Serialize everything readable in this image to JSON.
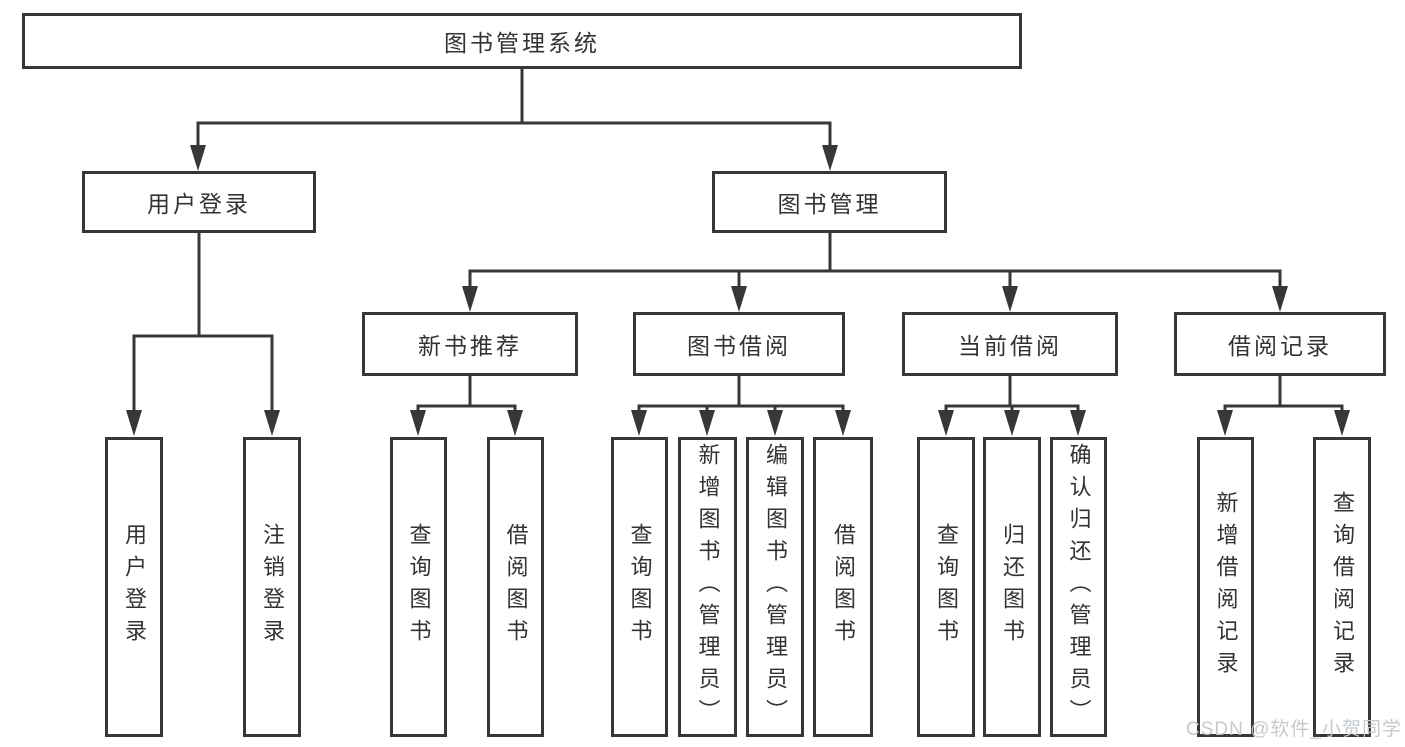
{
  "tree": {
    "label": "图书管理系统",
    "children": [
      {
        "label": "用户登录",
        "children": [
          {
            "label": "用户登录"
          },
          {
            "label": "注销登录"
          }
        ]
      },
      {
        "label": "图书管理",
        "children": [
          {
            "label": "新书推荐",
            "children": [
              {
                "label": "查询图书"
              },
              {
                "label": "借阅图书"
              }
            ]
          },
          {
            "label": "图书借阅",
            "children": [
              {
                "label": "查询图书"
              },
              {
                "label": "新增图书（管理员）"
              },
              {
                "label": "编辑图书（管理员）"
              },
              {
                "label": "借阅图书"
              }
            ]
          },
          {
            "label": "当前借阅",
            "children": [
              {
                "label": "查询图书"
              },
              {
                "label": "归还图书"
              },
              {
                "label": "确认归还（管理员）"
              }
            ]
          },
          {
            "label": "借阅记录",
            "children": [
              {
                "label": "新增借阅记录"
              },
              {
                "label": "查询借阅记录"
              }
            ]
          }
        ]
      }
    ]
  },
  "watermark": {
    "text": "CSDN @软件_小贺同学"
  },
  "colors": {
    "line": "#373737",
    "text": "#333333",
    "background": "#ffffff",
    "watermark": "#c1c6cb"
  }
}
